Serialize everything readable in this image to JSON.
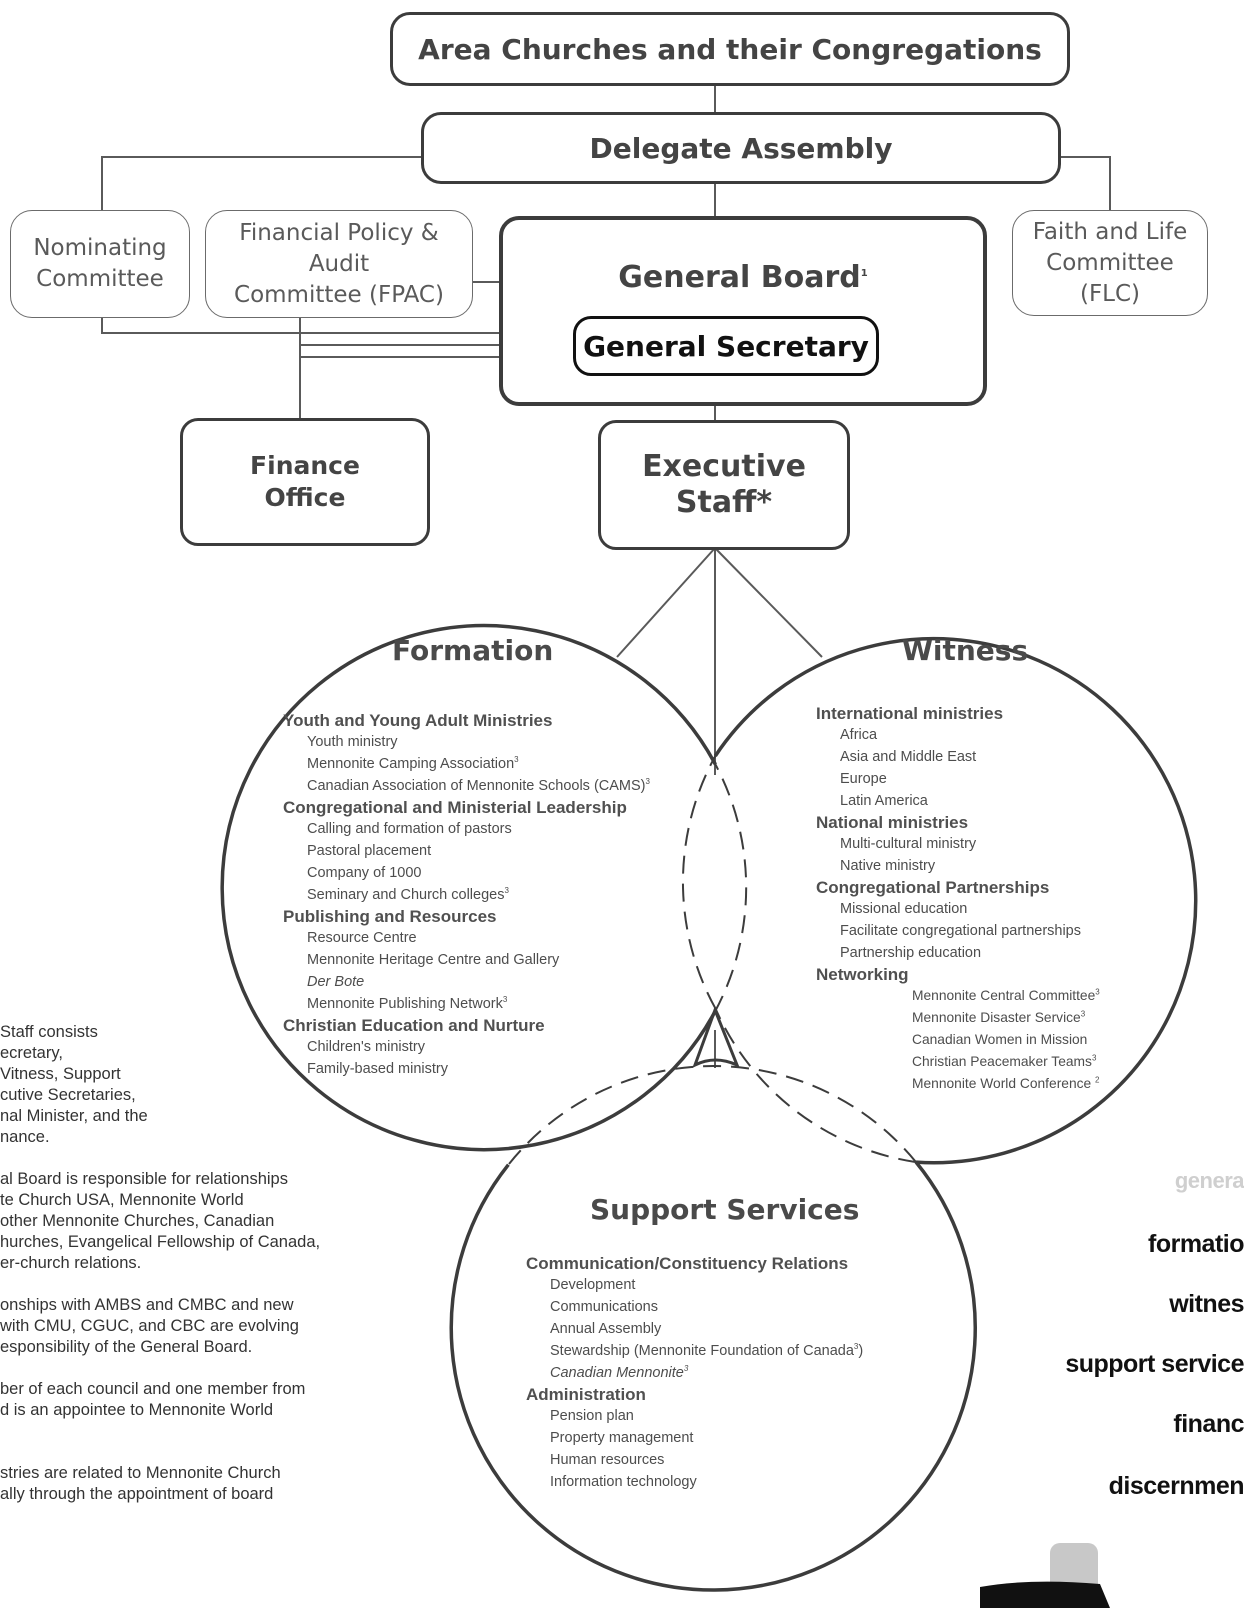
{
  "boxes": {
    "area_churches": "Area Churches and their Congregations",
    "delegate_assembly": "Delegate Assembly",
    "nominating": [
      "Nominating",
      "Committee"
    ],
    "fpac": [
      "Financial Policy & Audit",
      "Committee (FPAC)"
    ],
    "general_board": "General Board",
    "general_board_note": "1",
    "general_secretary": "General Secretary",
    "flc": [
      "Faith and Life",
      "Committee (FLC)"
    ],
    "finance_office": [
      "Finance",
      "Office"
    ],
    "executive_staff": [
      "Executive",
      "Staff*"
    ]
  },
  "formation": {
    "title": "Formation",
    "lines": [
      {
        "t": "h",
        "text": "Youth and Young Adult Ministries"
      },
      {
        "t": "i",
        "text": "Youth ministry"
      },
      {
        "t": "i",
        "text": "Mennonite Camping Association",
        "sup": "3"
      },
      {
        "t": "i",
        "text": "Canadian Association of Mennonite Schools (CAMS)",
        "sup": "3"
      },
      {
        "t": "h",
        "text": "Congregational and Ministerial Leadership"
      },
      {
        "t": "i",
        "text": "Calling and formation of pastors"
      },
      {
        "t": "i",
        "text": "Pastoral placement"
      },
      {
        "t": "i",
        "text": "Company of 1000"
      },
      {
        "t": "i",
        "text": "Seminary and Church colleges",
        "sup": "3"
      },
      {
        "t": "h",
        "text": "Publishing and Resources"
      },
      {
        "t": "i",
        "text": "Resource Centre"
      },
      {
        "t": "i",
        "text": "Mennonite Heritage Centre and Gallery"
      },
      {
        "t": "it",
        "text": "Der Bote"
      },
      {
        "t": "i",
        "text": "Mennonite Publishing Network",
        "sup": "3"
      },
      {
        "t": "h",
        "text": "Christian Education and Nurture"
      },
      {
        "t": "i",
        "text": "Children's ministry"
      },
      {
        "t": "i",
        "text": "Family-based ministry"
      }
    ]
  },
  "witness": {
    "title": "Witness",
    "lines": [
      {
        "t": "h",
        "text": "International ministries"
      },
      {
        "t": "i",
        "text": "Africa"
      },
      {
        "t": "i",
        "text": "Asia and Middle East"
      },
      {
        "t": "i",
        "text": "Europe"
      },
      {
        "t": "i",
        "text": "Latin America"
      },
      {
        "t": "h",
        "text": "National ministries"
      },
      {
        "t": "i",
        "text": "Multi-cultural ministry"
      },
      {
        "t": "i",
        "text": "Native ministry"
      },
      {
        "t": "h",
        "text": "Congregational Partnerships"
      },
      {
        "t": "i",
        "text": "Missional education"
      },
      {
        "t": "i",
        "text": "Facilitate congregational partnerships"
      },
      {
        "t": "i",
        "text": "Partnership education"
      },
      {
        "t": "h",
        "text": "Networking"
      },
      {
        "t": "d",
        "text": "Mennonite Central Committee",
        "sup": "3"
      },
      {
        "t": "d",
        "text": "Mennonite Disaster Service",
        "sup": "3"
      },
      {
        "t": "d",
        "text": "Canadian Women in Mission"
      },
      {
        "t": "d",
        "text": "Christian Peacemaker Teams",
        "sup": "3"
      },
      {
        "t": "d",
        "text": "Mennonite World Conference ",
        "sup": "2"
      }
    ]
  },
  "support": {
    "title": "Support Services",
    "lines": [
      {
        "t": "h",
        "text": "Communication/Constituency Relations"
      },
      {
        "t": "i",
        "text": "Development"
      },
      {
        "t": "i",
        "text": "Communications"
      },
      {
        "t": "i",
        "text": "Annual Assembly"
      },
      {
        "t": "i",
        "text": "Stewardship (Mennonite Foundation of Canada",
        "sup": "3",
        "after": ")"
      },
      {
        "t": "it",
        "text": "Canadian Mennonite",
        "sup": "3"
      },
      {
        "t": "h",
        "text": "Administration"
      },
      {
        "t": "i",
        "text": "Pension plan"
      },
      {
        "t": "i",
        "text": "Property management"
      },
      {
        "t": "i",
        "text": "Human resources"
      },
      {
        "t": "i",
        "text": "Information technology"
      }
    ]
  },
  "footnotes": [
    "Staff consists",
    "ecretary,",
    "Vitness, Support",
    "cutive Secretaries,",
    "nal Minister, and the",
    "nance.",
    "",
    "al Board is responsible for relationships",
    "te Church USA, Mennonite World",
    " other Mennonite Churches, Canadian",
    "hurches, Evangelical Fellowship of Canada,",
    "er-church relations.",
    "",
    "onships with AMBS and CMBC and new",
    "with CMU, CGUC, and CBC are evolving",
    "esponsibility of the General Board.",
    "",
    "ber of each council and one member from",
    "d is an appointee to Mennonite World",
    "",
    "",
    "stries are related to Mennonite Church",
    "ally through the appointment of board"
  ],
  "side_labels": [
    "genera",
    "formatio",
    "witnes",
    "support service",
    "financ",
    "discernmen"
  ],
  "colors": {
    "line": "#3c3c3c",
    "side_faint": "#cfcfcf",
    "logo": "#111111",
    "logo_grey": "#c8c8c8"
  }
}
